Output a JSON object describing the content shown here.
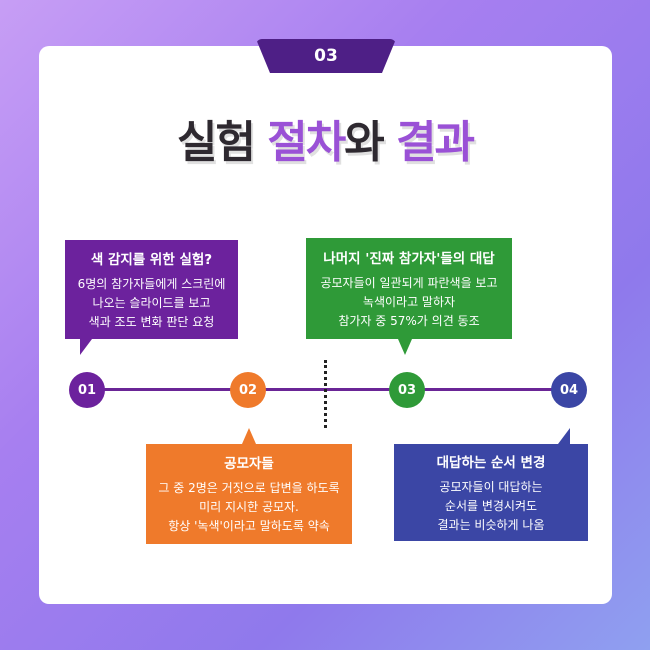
{
  "badge": "03",
  "title": {
    "part1": "실험 ",
    "part2": "절차",
    "part3": "와 ",
    "part4": "결과"
  },
  "steps": [
    {
      "num": "01",
      "color": "#6c229d",
      "title": "색 감지를 위한 실험?",
      "lines": [
        "6명의 참가자들에게 스크린에",
        "나오는 슬라이드를 보고",
        "색과 조도 변화 판단 요청"
      ]
    },
    {
      "num": "02",
      "color": "#ef7a2b",
      "title": "공모자들",
      "lines": [
        "그 중 2명은 거짓으로 답변을 하도록",
        "미리 지시한 공모자.",
        "항상 '녹색'이라고 말하도록 약속"
      ]
    },
    {
      "num": "03",
      "color": "#2f9a38",
      "title": "나머지 '진짜 참가자'들의 대답",
      "lines": [
        "공모자들이 일관되게 파란색을 보고",
        "녹색이라고 말하자",
        "참가자 중 57%가 의견 동조"
      ]
    },
    {
      "num": "04",
      "color": "#3b46a5",
      "title": "대답하는 순서 변경",
      "lines": [
        "공모자들이 대답하는",
        "순서를 변경시켜도",
        "결과는 비슷하게 나옴"
      ]
    }
  ]
}
